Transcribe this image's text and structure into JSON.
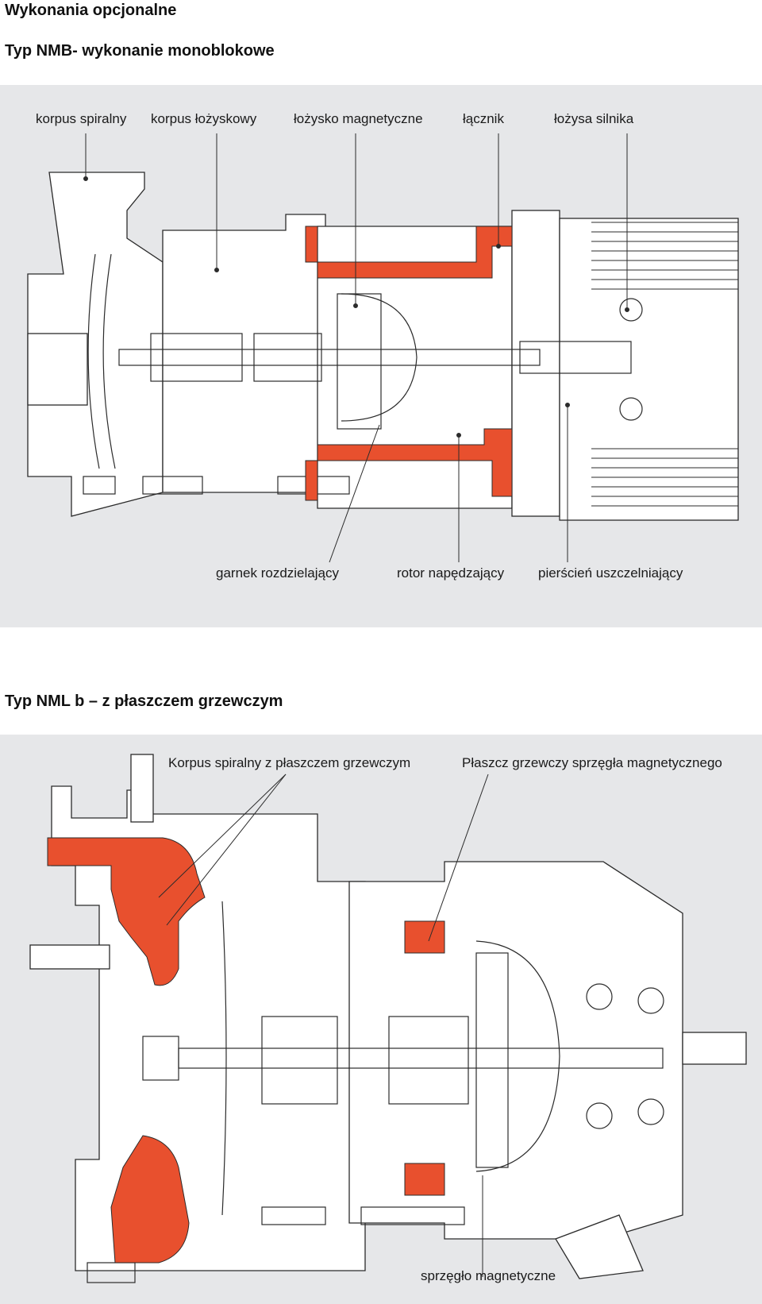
{
  "headings": {
    "section": "Wykonania opcjonalne",
    "nmb": "Typ NMB- wykonanie monoblokowe",
    "nml": "Typ NML b – z płaszczem grzewczym"
  },
  "diagram1": {
    "top_labels": [
      "korpus spiralny",
      "korpus łożyskowy",
      "łożysko magnetyczne",
      "łącznik",
      "łożysa silnika"
    ],
    "bottom_labels": [
      "garnek rozdzielający",
      "rotor napędzający",
      "pierścień uszczelniający"
    ]
  },
  "diagram2": {
    "top_labels": [
      "Korpus spiralny z płaszczem grzewczym",
      "Płaszcz grzewczy sprzęgła magnetycznego"
    ],
    "bottom_label": "sprzęgło magnetyczne"
  },
  "colors": {
    "panel": "#e6e7e9",
    "highlight": "#e8502e",
    "line": "#2b2b2b"
  }
}
